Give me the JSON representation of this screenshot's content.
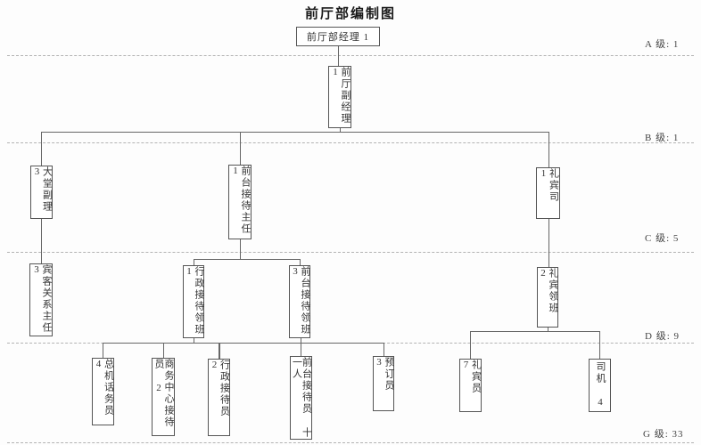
{
  "title": "前厅部编制图",
  "level_labels": [
    {
      "name": "A",
      "label": "A 级: 1"
    },
    {
      "name": "B",
      "label": "B 级: 1"
    },
    {
      "name": "C",
      "label": "C 级: 5"
    },
    {
      "name": "D",
      "label": "D 级: 9"
    },
    {
      "name": "G",
      "label": "G 级: 33"
    }
  ],
  "nodes": {
    "manager": {
      "text": "前厅部经理 1"
    },
    "deputy_manager": {
      "text": "前厅副经理 1"
    },
    "lobby_assistant_manager": {
      "text": "大堂副理 3"
    },
    "front_desk_supervisor": {
      "text": "前台接待主任 1"
    },
    "concierge_head": {
      "text": "礼宾司 1"
    },
    "guest_relations_supervisor": {
      "text": "宾客关系主任 3"
    },
    "executive_reception_leader": {
      "text": "行政接待领班 1"
    },
    "front_desk_leader": {
      "text": "前台接待领班 3"
    },
    "concierge_leader": {
      "text": "礼宾领班 2"
    },
    "switchboard_operator": {
      "text": "总机话务员 4"
    },
    "business_center_receptionist": {
      "text": "商务中心接待员 2"
    },
    "executive_receptionist": {
      "text": "行政接待员 2"
    },
    "front_desk_receptionist": {
      "text": "前台接待员 十一人"
    },
    "reservation_clerk": {
      "text": "预订员 3"
    },
    "bellman": {
      "text": "礼宾员 7"
    },
    "driver": {
      "text": "司机 4"
    }
  },
  "colors": {
    "line": "#666666",
    "dashed_line": "#b3b3b3",
    "box_border": "#555555",
    "text": "#333333"
  }
}
